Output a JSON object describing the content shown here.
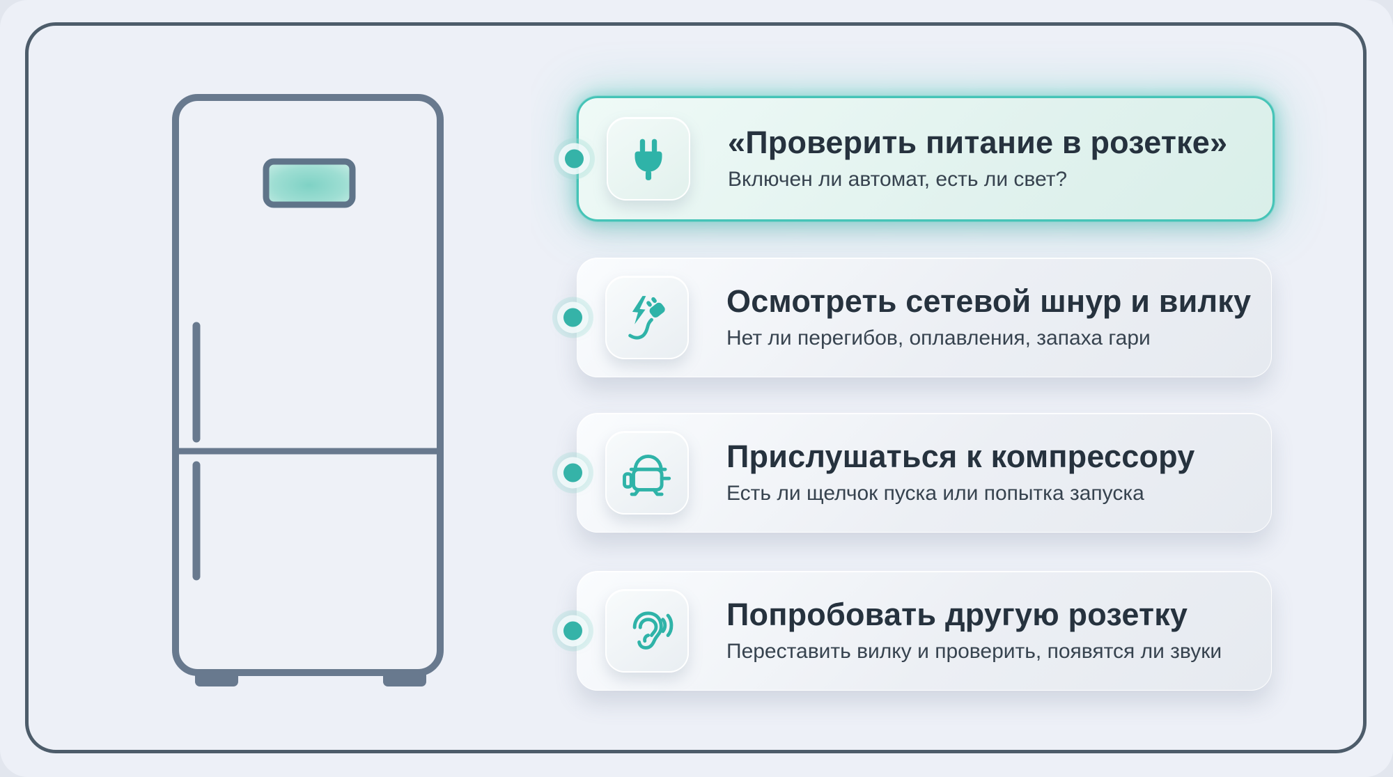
{
  "illustration": {
    "name": "refrigerator-outline",
    "parts": [
      "fridge-body",
      "door-divider",
      "display-panel-glowing",
      "upper-door-handle",
      "lower-door-handle",
      "left-foot",
      "right-foot"
    ]
  },
  "steps": [
    {
      "title": "«Проверить питание в розетке»",
      "subtitle": "Включен ли автомат, есть ли свет?",
      "icon": "power-plug-icon",
      "highlighted": true
    },
    {
      "title": "Осмотреть сетевой шнур и вилку",
      "subtitle": "Нет ли перегибов, оплавления, запаха гари",
      "icon": "damaged-cord-plug-icon",
      "highlighted": false
    },
    {
      "title": "Прислушаться к компрессору",
      "subtitle": "Есть ли щелчок пуска или попытка запуска",
      "icon": "compressor-icon",
      "highlighted": false
    },
    {
      "title": "Попробовать другую розетку",
      "subtitle": "Переставить вилку и проверить, появятся ли звуки",
      "icon": "ear-listening-icon",
      "highlighted": false
    }
  ],
  "colors": {
    "accent_teal": "#2fb3a8",
    "highlight_border": "#45c4b7",
    "title_text": "#26323e",
    "subtitle_text": "#37434f",
    "frame_border": "#4d5c6a",
    "fridge_outline": "#68798e",
    "canvas_background": "#edf0f7",
    "display_glow": "#5ed0c2"
  }
}
